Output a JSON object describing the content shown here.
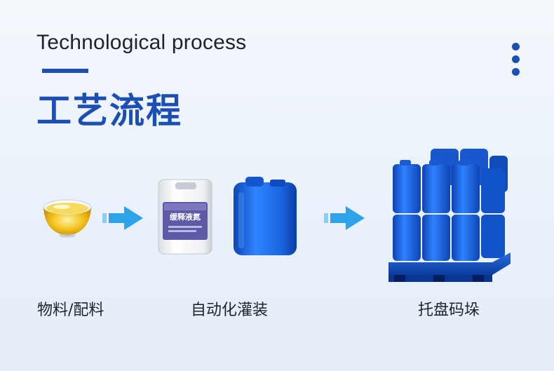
{
  "header": {
    "subtitle_en": "Technological process",
    "title_cn": "工艺流程"
  },
  "menu": {
    "icon": "more-vertical-icon"
  },
  "steps": [
    {
      "label": "物料/配料",
      "icon": "oil-bowl-icon"
    },
    {
      "label": "自动化灌装",
      "icon": "filled-containers-icon"
    },
    {
      "label": "托盘码垛",
      "icon": "palletized-drums-icon"
    }
  ],
  "jerrycan_label": {
    "line1": "缓释液氮"
  },
  "colors": {
    "brand_blue": "#1d4fb3",
    "arrow_blue": "#2ea3ea",
    "drum_blue": "#1a66e0",
    "text_dark": "#1e2130"
  }
}
